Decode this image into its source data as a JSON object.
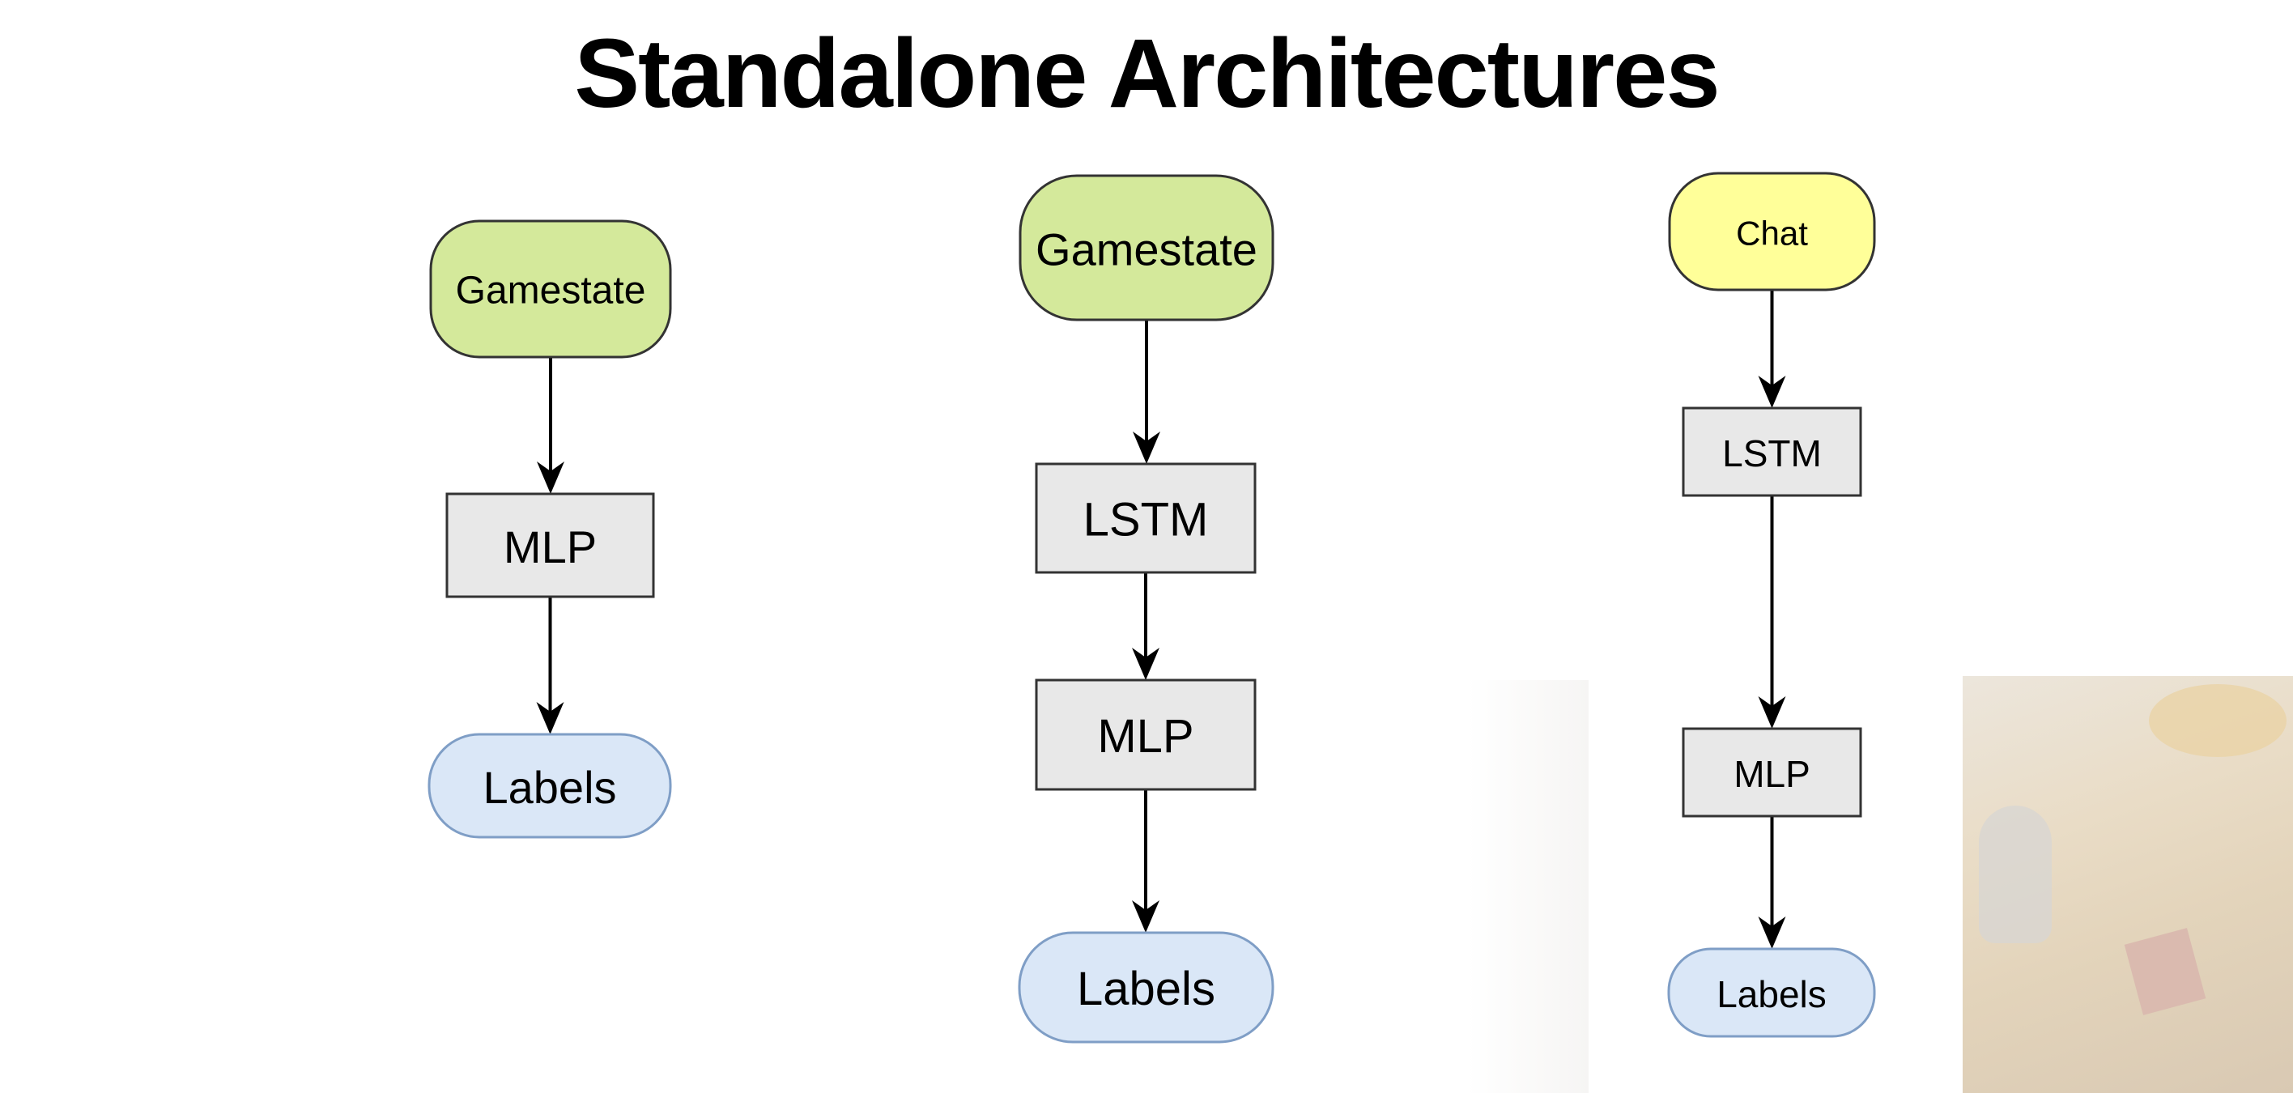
{
  "slide": {
    "title": "Standalone Architectures"
  },
  "colors": {
    "gamestate_fill": "#d4e99b",
    "chat_fill": "#ffff99",
    "labels_fill": "#dae7f7",
    "labels_stroke": "#7f9ec6",
    "box_fill": "#e8e8e8",
    "stroke": "#333333"
  },
  "diagrams": [
    {
      "nodes": [
        {
          "id": "d1-input",
          "label": "Gamestate",
          "kind": "input-green"
        },
        {
          "id": "d1-mlp",
          "label": "MLP",
          "kind": "box"
        },
        {
          "id": "d1-output",
          "label": "Labels",
          "kind": "output-blue"
        }
      ],
      "edges": [
        [
          "d1-input",
          "d1-mlp"
        ],
        [
          "d1-mlp",
          "d1-output"
        ]
      ]
    },
    {
      "nodes": [
        {
          "id": "d2-input",
          "label": "Gamestate",
          "kind": "input-green"
        },
        {
          "id": "d2-lstm",
          "label": "LSTM",
          "kind": "box"
        },
        {
          "id": "d2-mlp",
          "label": "MLP",
          "kind": "box"
        },
        {
          "id": "d2-output",
          "label": "Labels",
          "kind": "output-blue"
        }
      ],
      "edges": [
        [
          "d2-input",
          "d2-lstm"
        ],
        [
          "d2-lstm",
          "d2-mlp"
        ],
        [
          "d2-mlp",
          "d2-output"
        ]
      ]
    },
    {
      "nodes": [
        {
          "id": "d3-input",
          "label": "Chat",
          "kind": "input-yellow"
        },
        {
          "id": "d3-lstm",
          "label": "LSTM",
          "kind": "box"
        },
        {
          "id": "d3-mlp",
          "label": "MLP",
          "kind": "box"
        },
        {
          "id": "d3-output",
          "label": "Labels",
          "kind": "output-blue"
        }
      ],
      "edges": [
        [
          "d3-input",
          "d3-lstm"
        ],
        [
          "d3-lstm",
          "d3-mlp"
        ],
        [
          "d3-mlp",
          "d3-output"
        ]
      ]
    }
  ]
}
